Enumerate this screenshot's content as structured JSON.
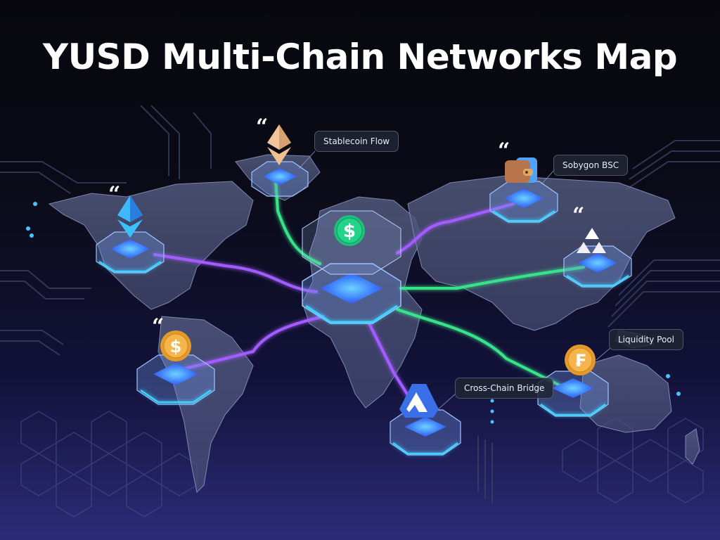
{
  "title": "YUSD Multi-Chain Networks Map",
  "colors": {
    "background_top": "#07070d",
    "background_bottom": "#2d2b78",
    "continent_fill": "#4a5177",
    "platform_glow": "#3ea8ff",
    "link_purple": "#a25cff",
    "link_green": "#39e28a",
    "callout_bg": "#202434"
  },
  "callouts": [
    {
      "id": "stablecoin-flow",
      "label": "Stablecoin Flow"
    },
    {
      "id": "sobygon-bsc",
      "label": "Sobygon BSC"
    },
    {
      "id": "liquidity-pool",
      "label": "Liquidity Pool"
    },
    {
      "id": "cross-chain-bridge",
      "label": "Cross-Chain Bridge"
    }
  ],
  "nodes": [
    {
      "id": "hub",
      "icon": "green-dollar-coin-icon",
      "region": "Europe / Africa (central hub)"
    },
    {
      "id": "north-america",
      "icon": "blue-ethereum-icon",
      "region": "North America"
    },
    {
      "id": "greenland",
      "icon": "gold-ethereum-icon",
      "region": "Greenland / North Atlantic"
    },
    {
      "id": "russia",
      "icon": "wallet-icon",
      "region": "Russia"
    },
    {
      "id": "east-asia",
      "icon": "avalanche-triangles-icon",
      "region": "East Asia"
    },
    {
      "id": "south-america",
      "icon": "gold-dollar-coin-icon",
      "region": "South America"
    },
    {
      "id": "southern-africa",
      "icon": "bridge-logo-icon",
      "region": "Southern Africa"
    },
    {
      "id": "australia",
      "icon": "gold-coin-f-icon",
      "region": "Australia"
    }
  ],
  "quote_mark": "“",
  "links": [
    {
      "from": "hub",
      "to": "north-america",
      "color": "purple"
    },
    {
      "from": "hub",
      "to": "greenland",
      "color": "green"
    },
    {
      "from": "hub",
      "to": "russia",
      "color": "purple"
    },
    {
      "from": "hub",
      "to": "east-asia",
      "color": "green"
    },
    {
      "from": "hub",
      "to": "south-america",
      "color": "purple"
    },
    {
      "from": "hub",
      "to": "southern-africa",
      "color": "purple"
    },
    {
      "from": "hub",
      "to": "australia",
      "color": "green"
    }
  ]
}
